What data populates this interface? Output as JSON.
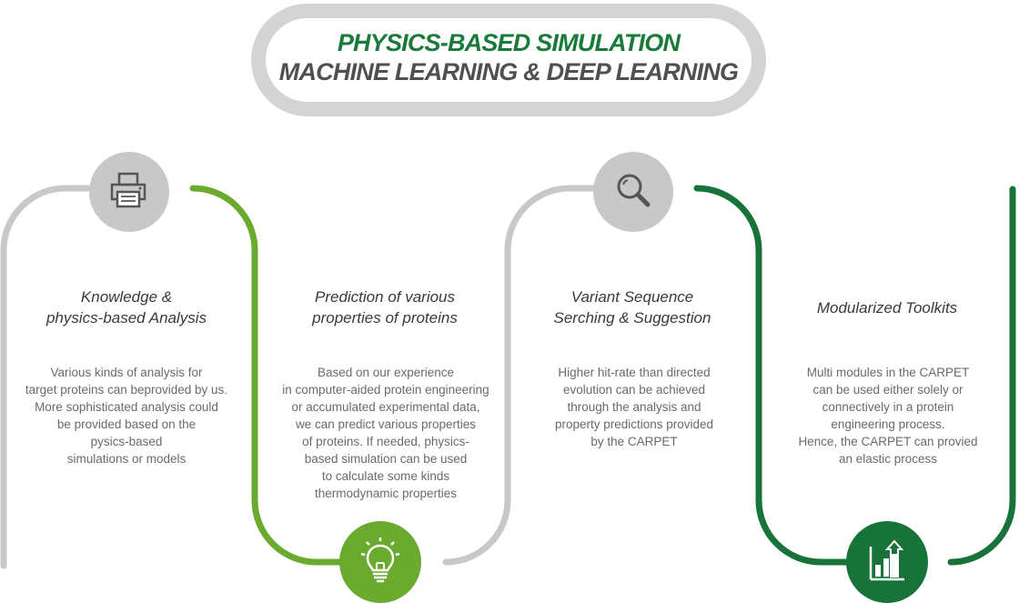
{
  "header": {
    "line1": "PHYSICS-BASED SIMULATION",
    "line2": "MACHINE LEARNING & DEEP LEARNING"
  },
  "colors": {
    "gray": "#c8c8c8",
    "light_green": "#6aaa2e",
    "dark_green": "#17733a",
    "title_green": "#1a7a3c"
  },
  "steps": [
    {
      "icon": "printer-icon",
      "title": [
        "Knowledge &",
        "physics-based Analysis"
      ],
      "desc": [
        "Various kinds of analysis for",
        "target proteins can beprovided by us.",
        "More sophisticated analysis could",
        "be provided based on the",
        "pysics-based",
        "simulations or models"
      ]
    },
    {
      "icon": "lightbulb-icon",
      "title": [
        "Prediction of various",
        "properties of proteins"
      ],
      "desc": [
        "Based on our experience",
        "in computer-aided protein engineering",
        "or accumulated experimental data,",
        "we can predict various properties",
        "of proteins. If needed, physics-",
        "based simulation can be used",
        "to calculate some kinds",
        "thermodynamic properties"
      ]
    },
    {
      "icon": "magnifier-icon",
      "title": [
        "Variant Sequence",
        "Serching & Suggestion"
      ],
      "desc": [
        "Higher hit-rate than directed",
        "evolution can be achieved",
        "through the analysis and",
        "property predictions provided",
        "by the CARPET"
      ]
    },
    {
      "icon": "bar-chart-icon",
      "title": [
        "Modularized Toolkits"
      ],
      "desc": [
        "Multi modules in the CARPET",
        "can be used either solely or",
        "connectively in a protein",
        "engineering process.",
        "Hence, the CARPET can provied",
        "an elastic process"
      ]
    }
  ]
}
